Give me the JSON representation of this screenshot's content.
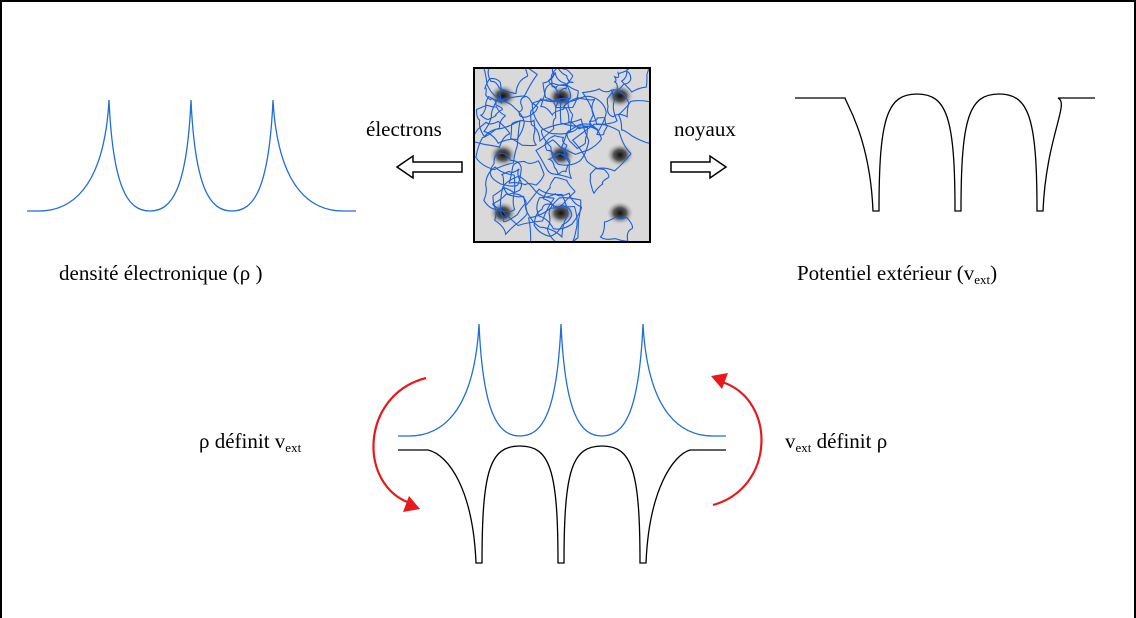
{
  "labels": {
    "electrons": "électrons",
    "noyaux": "noyaux",
    "densite": "densité électronique (ρ )",
    "potentiel_main": "Potentiel extérieur (v",
    "potentiel_sub": "ext",
    "potentiel_close": ")",
    "left_rel_rho": "ρ définit v",
    "left_rel_sub": "ext",
    "right_rel_v": "v",
    "right_rel_sub": "ext",
    "right_rel_rest": " définit ρ"
  },
  "colors": {
    "density_curve": "#1f6fd6",
    "potential_curve": "#000000",
    "relation_arrows": "#e8191c",
    "box_fill": "#d9d9d9",
    "electron_orbits": "#1a5fdb",
    "nucleus": "#222222"
  },
  "icons": {
    "left_arrow": "hollow-left-arrow",
    "right_arrow": "hollow-right-arrow",
    "curved_arrow_left": "red-curved-arrow-down",
    "curved_arrow_right": "red-curved-arrow-up"
  }
}
